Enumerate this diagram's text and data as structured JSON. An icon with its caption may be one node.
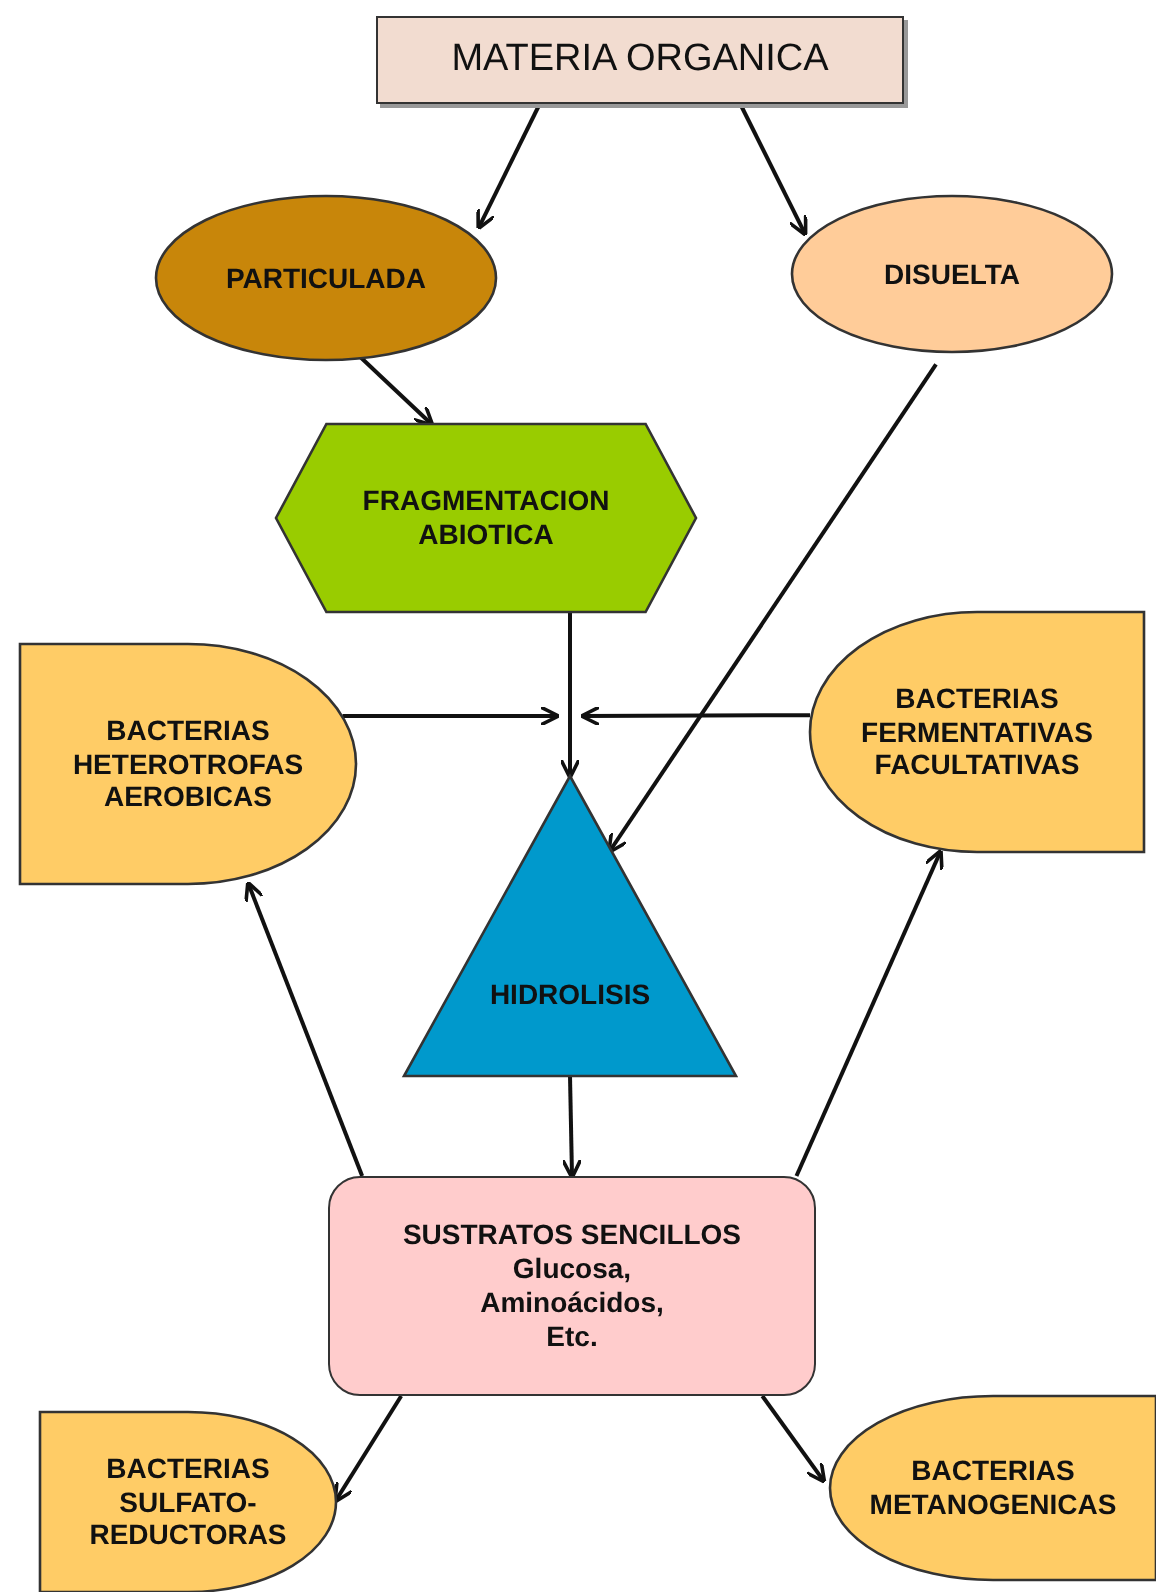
{
  "diagram": {
    "nodes": [
      {
        "text": [
          "MATERIA ORGANICA"
        ]
      },
      {
        "text": [
          "PARTICULADA"
        ]
      },
      {
        "text": [
          "DISUELTA"
        ]
      },
      {
        "text": [
          "FRAGMENTACION ABIOTICA"
        ]
      },
      {
        "text": [
          "BACTERIAS HETEROTROFAS AEROBICAS"
        ]
      },
      {
        "text": [
          "BACTERIAS FERMENTATIVAS FACULTATIVAS"
        ]
      },
      {
        "text": [
          "HIDROLISIS"
        ]
      },
      {
        "text": [
          "SUSTRATOS SENCILLOS",
          "Glucosa, Aminoácidos, Etc."
        ]
      },
      {
        "text": [
          "BACTERIAS SULFATO-REDUCTORAS"
        ]
      },
      {
        "text": [
          "BACTERIAS METANOGENICAS"
        ]
      }
    ],
    "edges": [
      {
        "from": 0,
        "to": 1,
        "arrow": "to"
      },
      {
        "from": 0,
        "to": 2,
        "arrow": "to"
      },
      {
        "from": 1,
        "to": 3,
        "arrow": "to"
      },
      {
        "from": 3,
        "to": 6,
        "arrow": "to"
      },
      {
        "from": 4,
        "to": 6,
        "arrow": "to"
      },
      {
        "from": 5,
        "to": 6,
        "arrow": "to"
      },
      {
        "from": 2,
        "to": 6,
        "arrow": "to"
      },
      {
        "from": 6,
        "to": 7,
        "arrow": "to"
      },
      {
        "from": 7,
        "to": 4,
        "arrow": "to"
      },
      {
        "from": 7,
        "to": 5,
        "arrow": "to"
      },
      {
        "from": 7,
        "to": 8,
        "arrow": "to"
      },
      {
        "from": 7,
        "to": 9,
        "arrow": "to"
      }
    ]
  }
}
